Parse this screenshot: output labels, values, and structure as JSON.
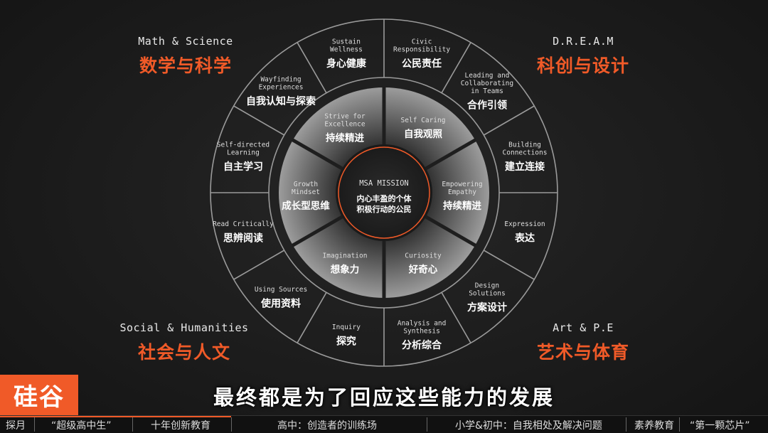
{
  "corners": {
    "top_left": {
      "en": "Math & Science",
      "zh": "数学与科学"
    },
    "top_right": {
      "en": "D.R.E.A.M",
      "zh": "科创与设计"
    },
    "bottom_left": {
      "en": "Social & Humanities",
      "zh": "社会与人文"
    },
    "bottom_right": {
      "en": "Art & P.E",
      "zh": "艺术与体育"
    }
  },
  "center": {
    "title": "MSA MISSION",
    "line1": "内心丰盈的个体",
    "line2": "积极行动的公民"
  },
  "inner_ring": [
    {
      "en": [
        "Self Caring"
      ],
      "zh": "自我观照"
    },
    {
      "en": [
        "Empowering",
        "Empathy"
      ],
      "zh": "持续精进"
    },
    {
      "en": [
        "Curiosity"
      ],
      "zh": "好奇心"
    },
    {
      "en": [
        "Imagination"
      ],
      "zh": "想象力"
    },
    {
      "en": [
        "Growth",
        "Mindset"
      ],
      "zh": "成长型思维"
    },
    {
      "en": [
        "Strive for",
        "Excellence"
      ],
      "zh": "持续精进"
    }
  ],
  "outer_ring": [
    {
      "en": [
        "Civic",
        "Responsibility"
      ],
      "zh": "公民责任"
    },
    {
      "en": [
        "Leading and",
        "Collaborating",
        "in Teams"
      ],
      "zh": "合作引领"
    },
    {
      "en": [
        "Building",
        "Connections"
      ],
      "zh": "建立连接"
    },
    {
      "en": [
        "Expression"
      ],
      "zh": "表达"
    },
    {
      "en": [
        "Design",
        "Solutions"
      ],
      "zh": "方案设计"
    },
    {
      "en": [
        "Analysis and",
        "Synthesis"
      ],
      "zh": "分析综合"
    },
    {
      "en": [
        "Inquiry"
      ],
      "zh": "探究"
    },
    {
      "en": [
        "Using Sources"
      ],
      "zh": "使用资料"
    },
    {
      "en": [
        "Read Critically"
      ],
      "zh": "思辨阅读"
    },
    {
      "en": [
        "Self-directed",
        "Learning"
      ],
      "zh": "自主学习"
    },
    {
      "en": [
        "Wayfinding",
        "Experiences"
      ],
      "zh": "自我认知与探索"
    },
    {
      "en": [
        "Sustain",
        "Wellness"
      ],
      "zh": "身心健康"
    }
  ],
  "logo": "硅谷",
  "subtitle": "最终都是为了回应这些能力的发展",
  "nav": [
    "探月",
    "“超级高中生”",
    "十年创新教育",
    "高中：创造者的训练场",
    "小学&初中：自我相处及解决问题",
    "素养教育",
    "“第一颗芯片”"
  ],
  "colors": {
    "accent": "#f05a28",
    "line": "#9a9a9a"
  }
}
